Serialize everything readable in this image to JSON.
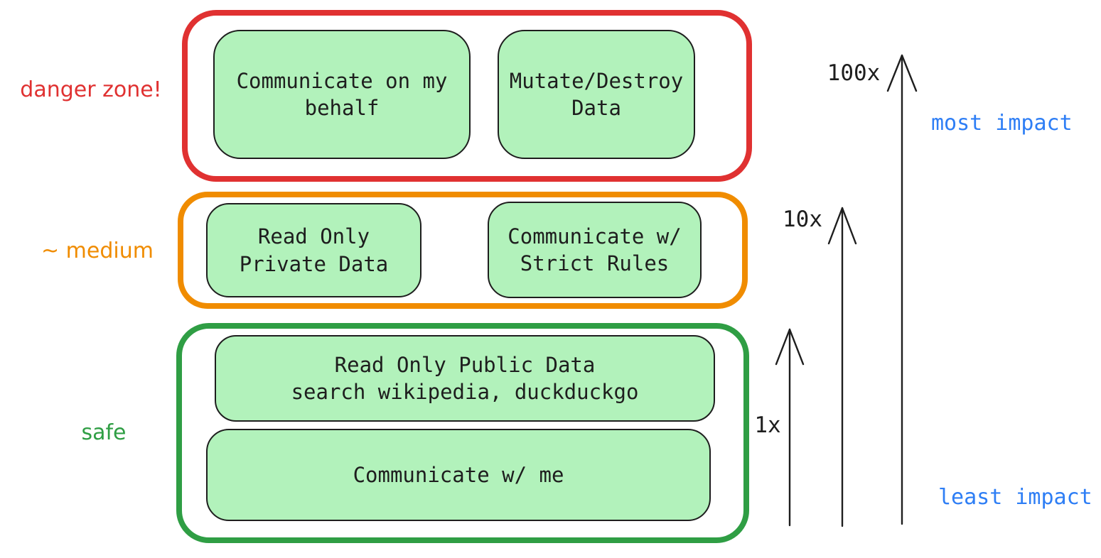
{
  "diagram": {
    "zones": [
      {
        "id": "danger",
        "label": "danger zone!",
        "color": "#e03131",
        "boxes": [
          {
            "text": "Communicate on my\nbehalf"
          },
          {
            "text": "Mutate/Destroy\nData"
          }
        ]
      },
      {
        "id": "medium",
        "label": "~ medium",
        "color": "#f08c00",
        "boxes": [
          {
            "text": "Read Only\nPrivate Data"
          },
          {
            "text": "Communicate w/\nStrict Rules"
          }
        ]
      },
      {
        "id": "safe",
        "label": "safe",
        "color": "#2f9e44",
        "boxes": [
          {
            "text": "Read Only Public Data\nsearch wikipedia, duckduckgo"
          },
          {
            "text": "Communicate w/ me"
          }
        ]
      }
    ],
    "impact_scale": {
      "arrows": [
        {
          "label": "1x"
        },
        {
          "label": "10x"
        },
        {
          "label": "100x"
        }
      ],
      "most_label": "most impact",
      "least_label": "least impact"
    },
    "colors": {
      "danger_stroke": "#e03131",
      "medium_stroke": "#f08c00",
      "safe_stroke": "#2f9e44",
      "box_fill": "#b2f2bb",
      "box_stroke": "#1e1e1e",
      "text": "#1e1e1e",
      "impact_text": "#2e7ef5",
      "background": "#ffffff"
    }
  }
}
